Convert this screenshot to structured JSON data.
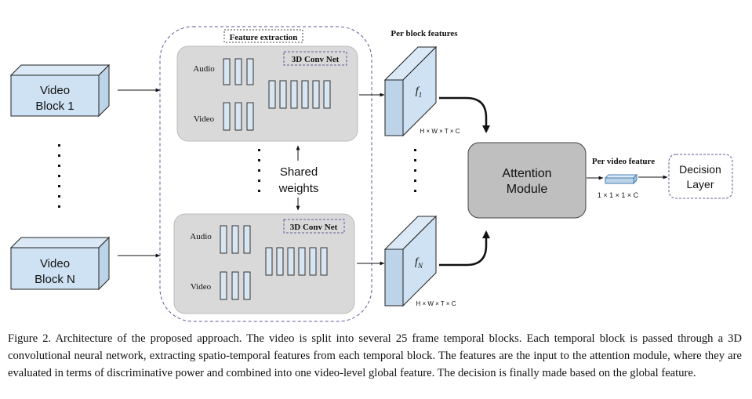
{
  "figure": {
    "video_block_1": [
      "Video",
      "Block 1"
    ],
    "video_block_n": [
      "Video",
      "Block N"
    ],
    "feature_extraction": "Feature extraction",
    "conv_net_label": "3D Conv Net",
    "audio_label": "Audio",
    "video_label": "Video",
    "shared_weights": [
      "Shared",
      "weights"
    ],
    "per_block_features": "Per block features",
    "f1_base": "f",
    "f1_sub": "1",
    "fn_base": "f",
    "fn_sub": "N",
    "block_dims": "H × W × T × C",
    "attention_module": [
      "Attention",
      "Module"
    ],
    "per_video_feature": "Per video feature",
    "video_dims": "1 × 1 × 1 × C",
    "decision_layer": [
      "Decision",
      "Layer"
    ]
  },
  "caption": "Figure 2. Architecture of the proposed approach. The video is split into several 25 frame temporal blocks. Each temporal block is passed through a 3D convolutional neural network, extracting spatio-temporal features from each temporal block. The features are the input to the attention module, where they are evaluated in terms of discriminative power and combined into one video-level global feature. The decision is finally made based on the global feature.",
  "colors": {
    "block_fill": "#cfe2f3",
    "box_gray": "#d9d9d9",
    "attention_gray": "#bfbfbf",
    "dashed_border": "#5b5b9b"
  }
}
